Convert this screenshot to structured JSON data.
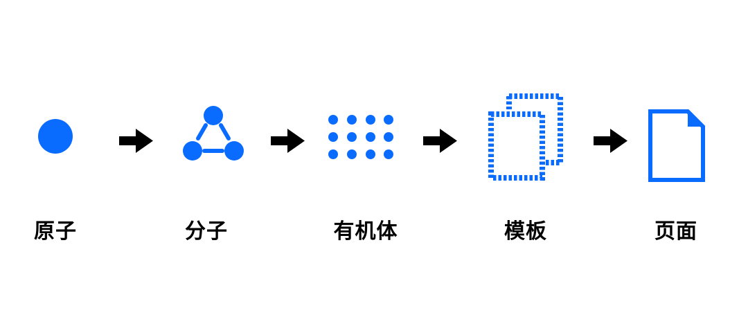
{
  "colors": {
    "accent": "#0A6CFF",
    "arrow": "#000000",
    "text": "#000000"
  },
  "stages": [
    {
      "label": "原子",
      "icon": "atom-dot-icon"
    },
    {
      "label": "分子",
      "icon": "molecule-triangle-icon"
    },
    {
      "label": "有机体",
      "icon": "organism-dot-grid-icon"
    },
    {
      "label": "模板",
      "icon": "template-dashed-pages-icon"
    },
    {
      "label": "页面",
      "icon": "page-document-icon"
    }
  ],
  "arrows": [
    {
      "icon": "arrow-right-icon"
    },
    {
      "icon": "arrow-right-icon"
    },
    {
      "icon": "arrow-right-icon"
    },
    {
      "icon": "arrow-right-icon"
    }
  ]
}
